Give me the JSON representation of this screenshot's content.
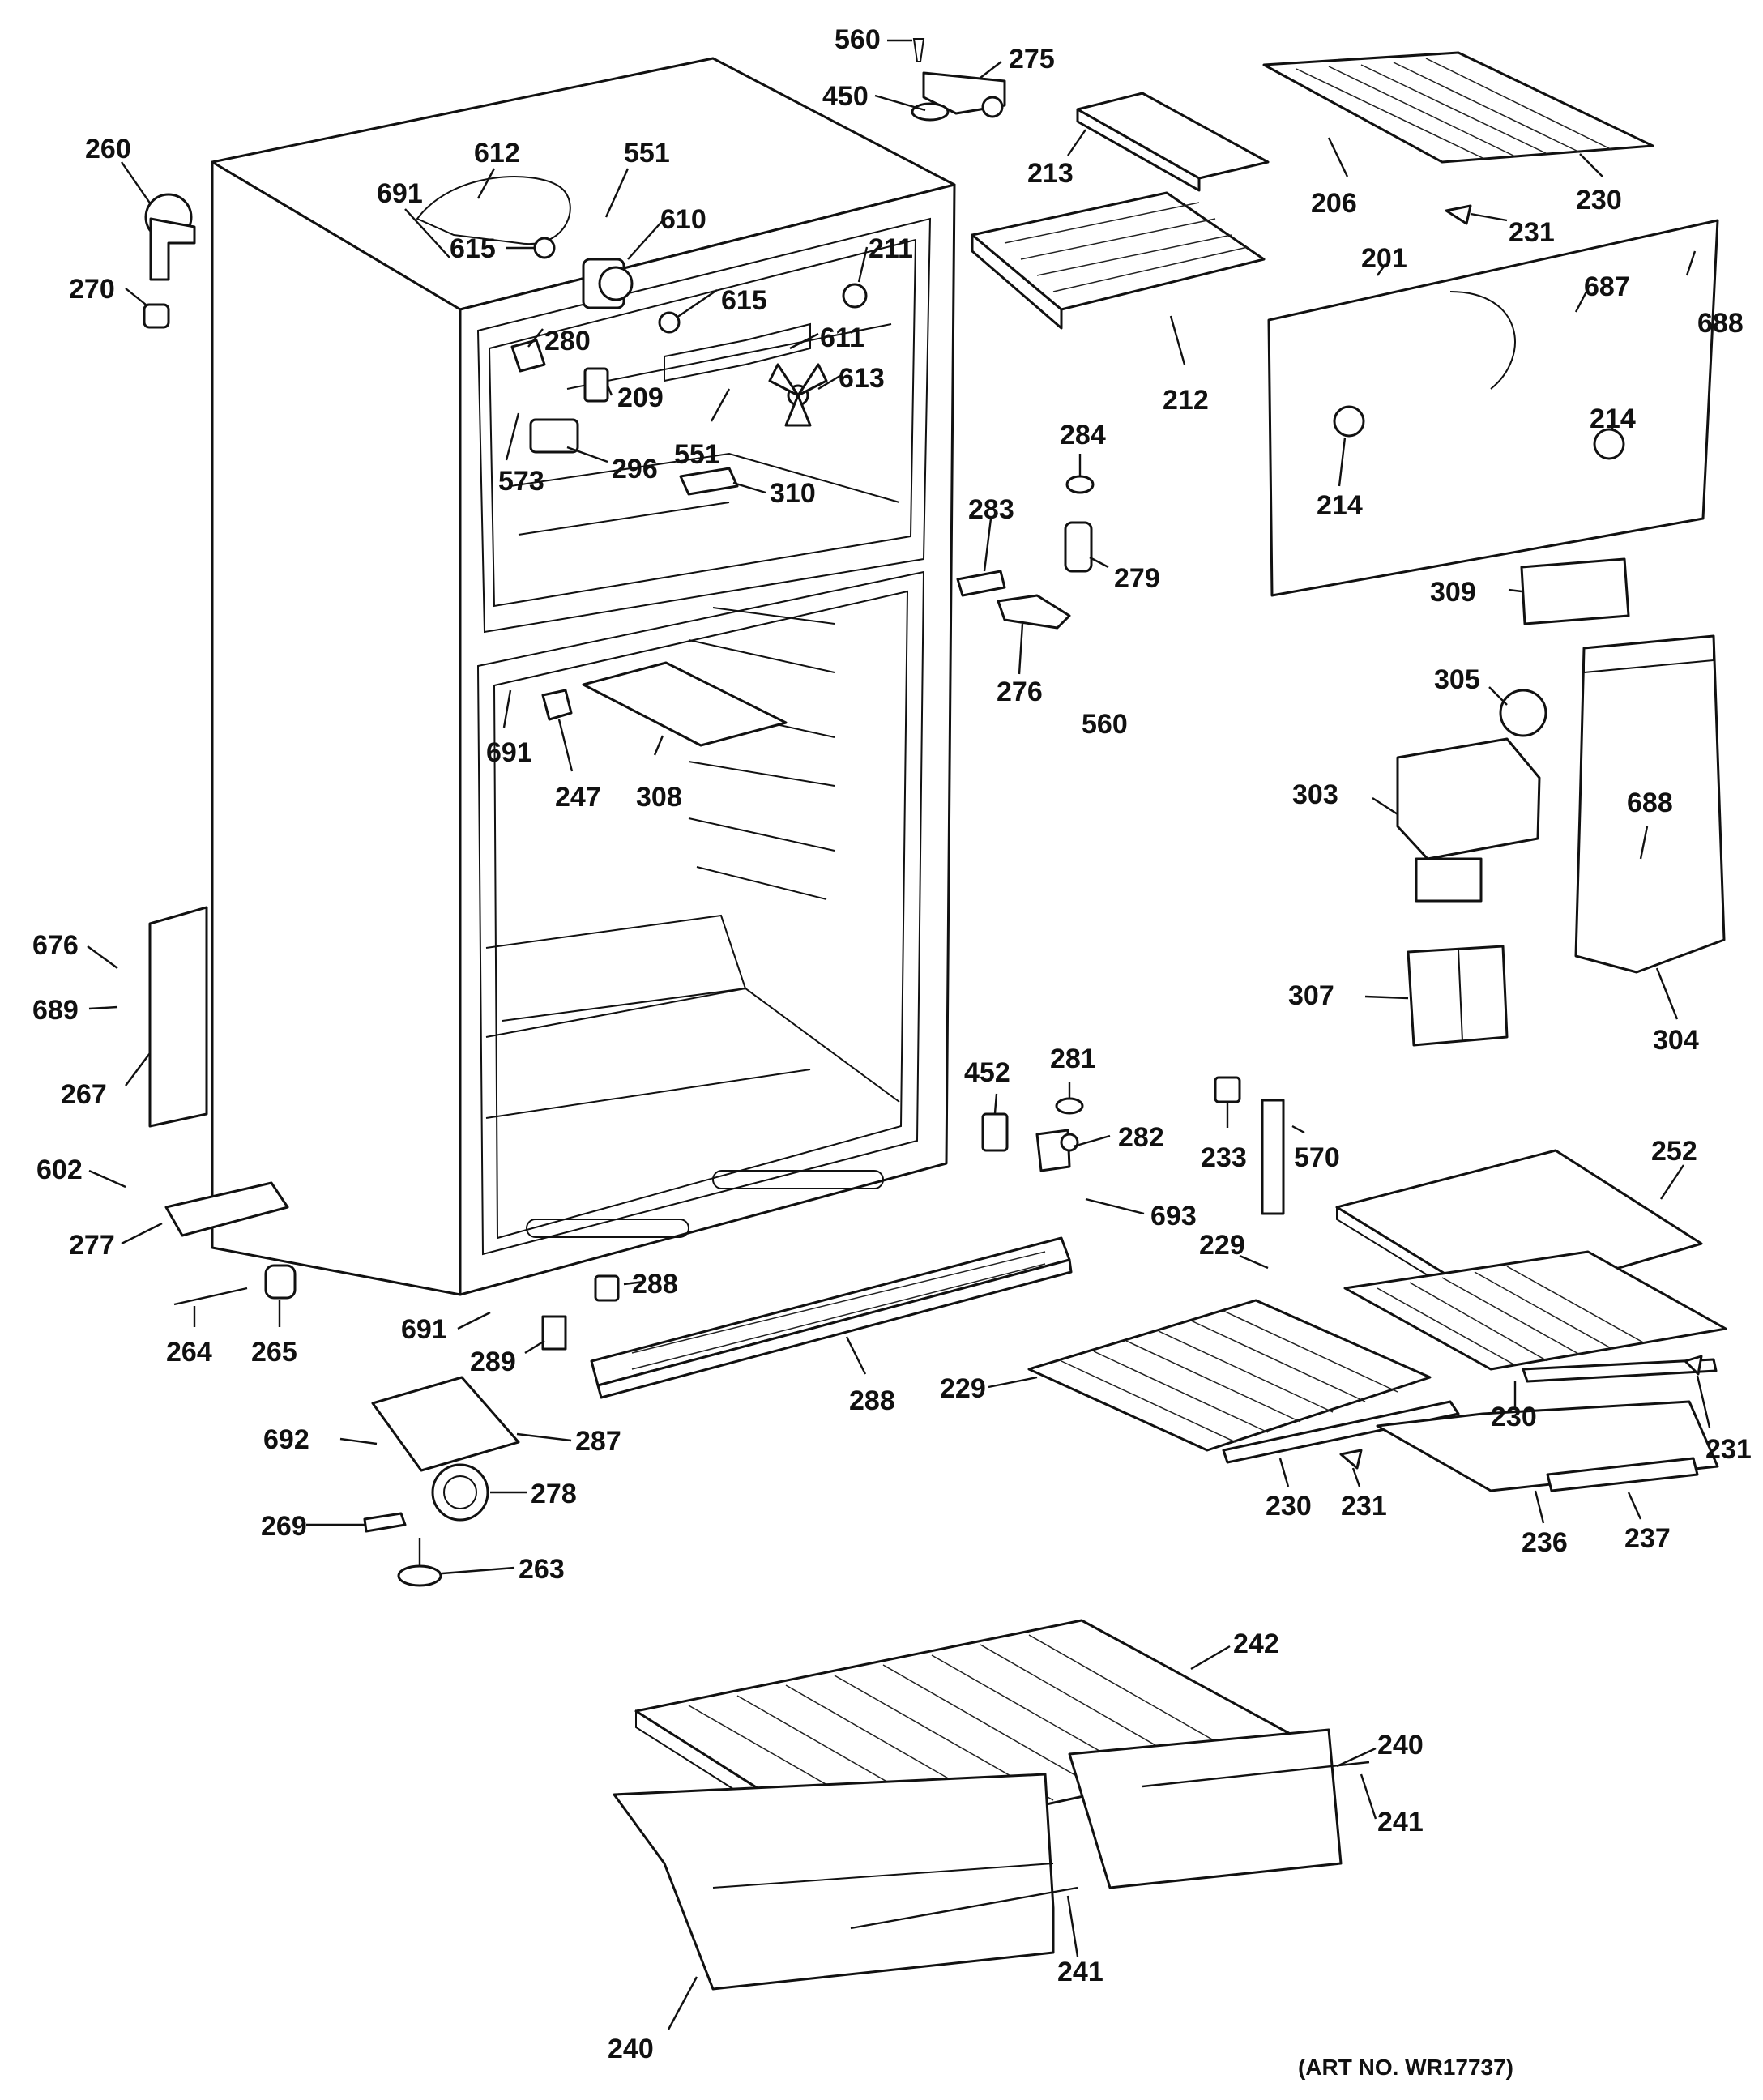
{
  "art_number": "(ART NO. WR17737)",
  "callouts": [
    {
      "id": "c560a",
      "label": "560"
    },
    {
      "id": "c275",
      "label": "275"
    },
    {
      "id": "c450",
      "label": "450"
    },
    {
      "id": "c260",
      "label": "260"
    },
    {
      "id": "c270",
      "label": "270"
    },
    {
      "id": "c612",
      "label": "612"
    },
    {
      "id": "c691a",
      "label": "691"
    },
    {
      "id": "c551a",
      "label": "551"
    },
    {
      "id": "c610",
      "label": "610"
    },
    {
      "id": "c615a",
      "label": "615"
    },
    {
      "id": "c211",
      "label": "211"
    },
    {
      "id": "c615b",
      "label": "615"
    },
    {
      "id": "c611",
      "label": "611"
    },
    {
      "id": "c280",
      "label": "280"
    },
    {
      "id": "c209",
      "label": "209"
    },
    {
      "id": "c613",
      "label": "613"
    },
    {
      "id": "c573",
      "label": "573"
    },
    {
      "id": "c296",
      "label": "296"
    },
    {
      "id": "c551b",
      "label": "551"
    },
    {
      "id": "c310",
      "label": "310"
    },
    {
      "id": "c213",
      "label": "213"
    },
    {
      "id": "c212",
      "label": "212"
    },
    {
      "id": "c206",
      "label": "206"
    },
    {
      "id": "c230a",
      "label": "230"
    },
    {
      "id": "c231a",
      "label": "231"
    },
    {
      "id": "c201",
      "label": "201"
    },
    {
      "id": "c688a",
      "label": "688"
    },
    {
      "id": "c687",
      "label": "687"
    },
    {
      "id": "c214a",
      "label": "214"
    },
    {
      "id": "c214b",
      "label": "214"
    },
    {
      "id": "c284",
      "label": "284"
    },
    {
      "id": "c283",
      "label": "283"
    },
    {
      "id": "c279",
      "label": "279"
    },
    {
      "id": "c276",
      "label": "276"
    },
    {
      "id": "c560b",
      "label": "560"
    },
    {
      "id": "c309",
      "label": "309"
    },
    {
      "id": "c305",
      "label": "305"
    },
    {
      "id": "c303",
      "label": "303"
    },
    {
      "id": "c688b",
      "label": "688"
    },
    {
      "id": "c307",
      "label": "307"
    },
    {
      "id": "c304",
      "label": "304"
    },
    {
      "id": "c691b",
      "label": "691"
    },
    {
      "id": "c247",
      "label": "247"
    },
    {
      "id": "c308",
      "label": "308"
    },
    {
      "id": "c676",
      "label": "676"
    },
    {
      "id": "c689",
      "label": "689"
    },
    {
      "id": "c267",
      "label": "267"
    },
    {
      "id": "c602",
      "label": "602"
    },
    {
      "id": "c277",
      "label": "277"
    },
    {
      "id": "c264",
      "label": "264"
    },
    {
      "id": "c265",
      "label": "265"
    },
    {
      "id": "c691c",
      "label": "691"
    },
    {
      "id": "c288a",
      "label": "288"
    },
    {
      "id": "c289",
      "label": "289"
    },
    {
      "id": "c288b",
      "label": "288"
    },
    {
      "id": "c452",
      "label": "452"
    },
    {
      "id": "c281",
      "label": "281"
    },
    {
      "id": "c282",
      "label": "282"
    },
    {
      "id": "c693",
      "label": "693"
    },
    {
      "id": "c233",
      "label": "233"
    },
    {
      "id": "c570",
      "label": "570"
    },
    {
      "id": "c252",
      "label": "252"
    },
    {
      "id": "c229a",
      "label": "229"
    },
    {
      "id": "c229b",
      "label": "229"
    },
    {
      "id": "c230b",
      "label": "230"
    },
    {
      "id": "c231b",
      "label": "231"
    },
    {
      "id": "c230c",
      "label": "230"
    },
    {
      "id": "c231c",
      "label": "231"
    },
    {
      "id": "c236",
      "label": "236"
    },
    {
      "id": "c237",
      "label": "237"
    },
    {
      "id": "c692",
      "label": "692"
    },
    {
      "id": "c287",
      "label": "287"
    },
    {
      "id": "c269",
      "label": "269"
    },
    {
      "id": "c278",
      "label": "278"
    },
    {
      "id": "c263",
      "label": "263"
    },
    {
      "id": "c242",
      "label": "242"
    },
    {
      "id": "c240a",
      "label": "240"
    },
    {
      "id": "c241a",
      "label": "241"
    },
    {
      "id": "c241b",
      "label": "241"
    },
    {
      "id": "c240b",
      "label": "240"
    }
  ]
}
